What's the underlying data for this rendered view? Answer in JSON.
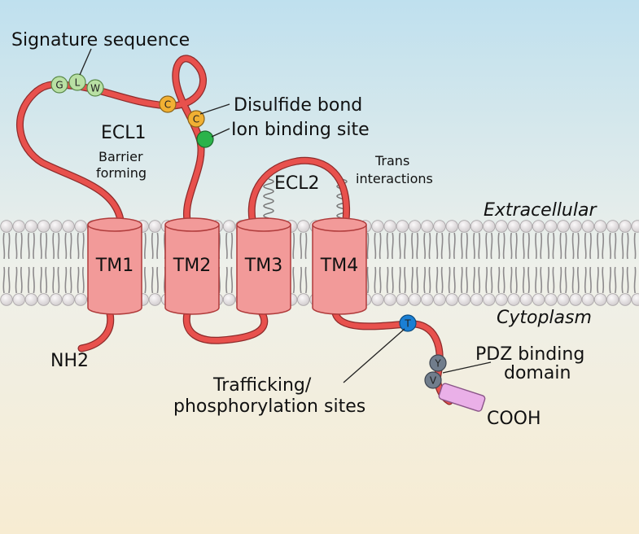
{
  "labels": {
    "signature": "Signature sequence",
    "disulfide": "Disulfide bond",
    "ion": "Ion binding site",
    "ecl1": "ECL1",
    "ecl1_sub1": "Barrier",
    "ecl1_sub2": "forming",
    "ecl2": "ECL2",
    "trans1": "Trans",
    "trans2": "interactions",
    "extracellular": "Extracellular",
    "cytoplasm": "Cytoplasm",
    "nh2": "NH2",
    "cooh": "COOH",
    "trafficking1": "Trafficking/",
    "trafficking2": "phosphorylation sites",
    "pdz1": "PDZ binding",
    "pdz2": "domain"
  },
  "tm_domains": [
    "TM1",
    "TM2",
    "TM3",
    "TM4"
  ],
  "residues": {
    "g": "G",
    "l": "L",
    "w": "W",
    "c1": "C",
    "c2": "C",
    "t": "T",
    "y": "Y",
    "v": "V"
  },
  "colors": {
    "background_top": "#bfe0ee",
    "background_bottom": "#f7ecd2",
    "strand": "#e8514d",
    "tm_fill": "#f29a99",
    "tm_stroke": "#b03b3b",
    "lipid_head": "#e4e0e3",
    "lipid_tail": "#8d8a8c",
    "signature_residue": "#b9e0a4",
    "cysteine": "#f1b033",
    "ion_site": "#2bb34a",
    "trafficking_site": "#1a7fd4",
    "pdz_residue": "#717d8c",
    "cooh_box": "#eab0e8"
  }
}
